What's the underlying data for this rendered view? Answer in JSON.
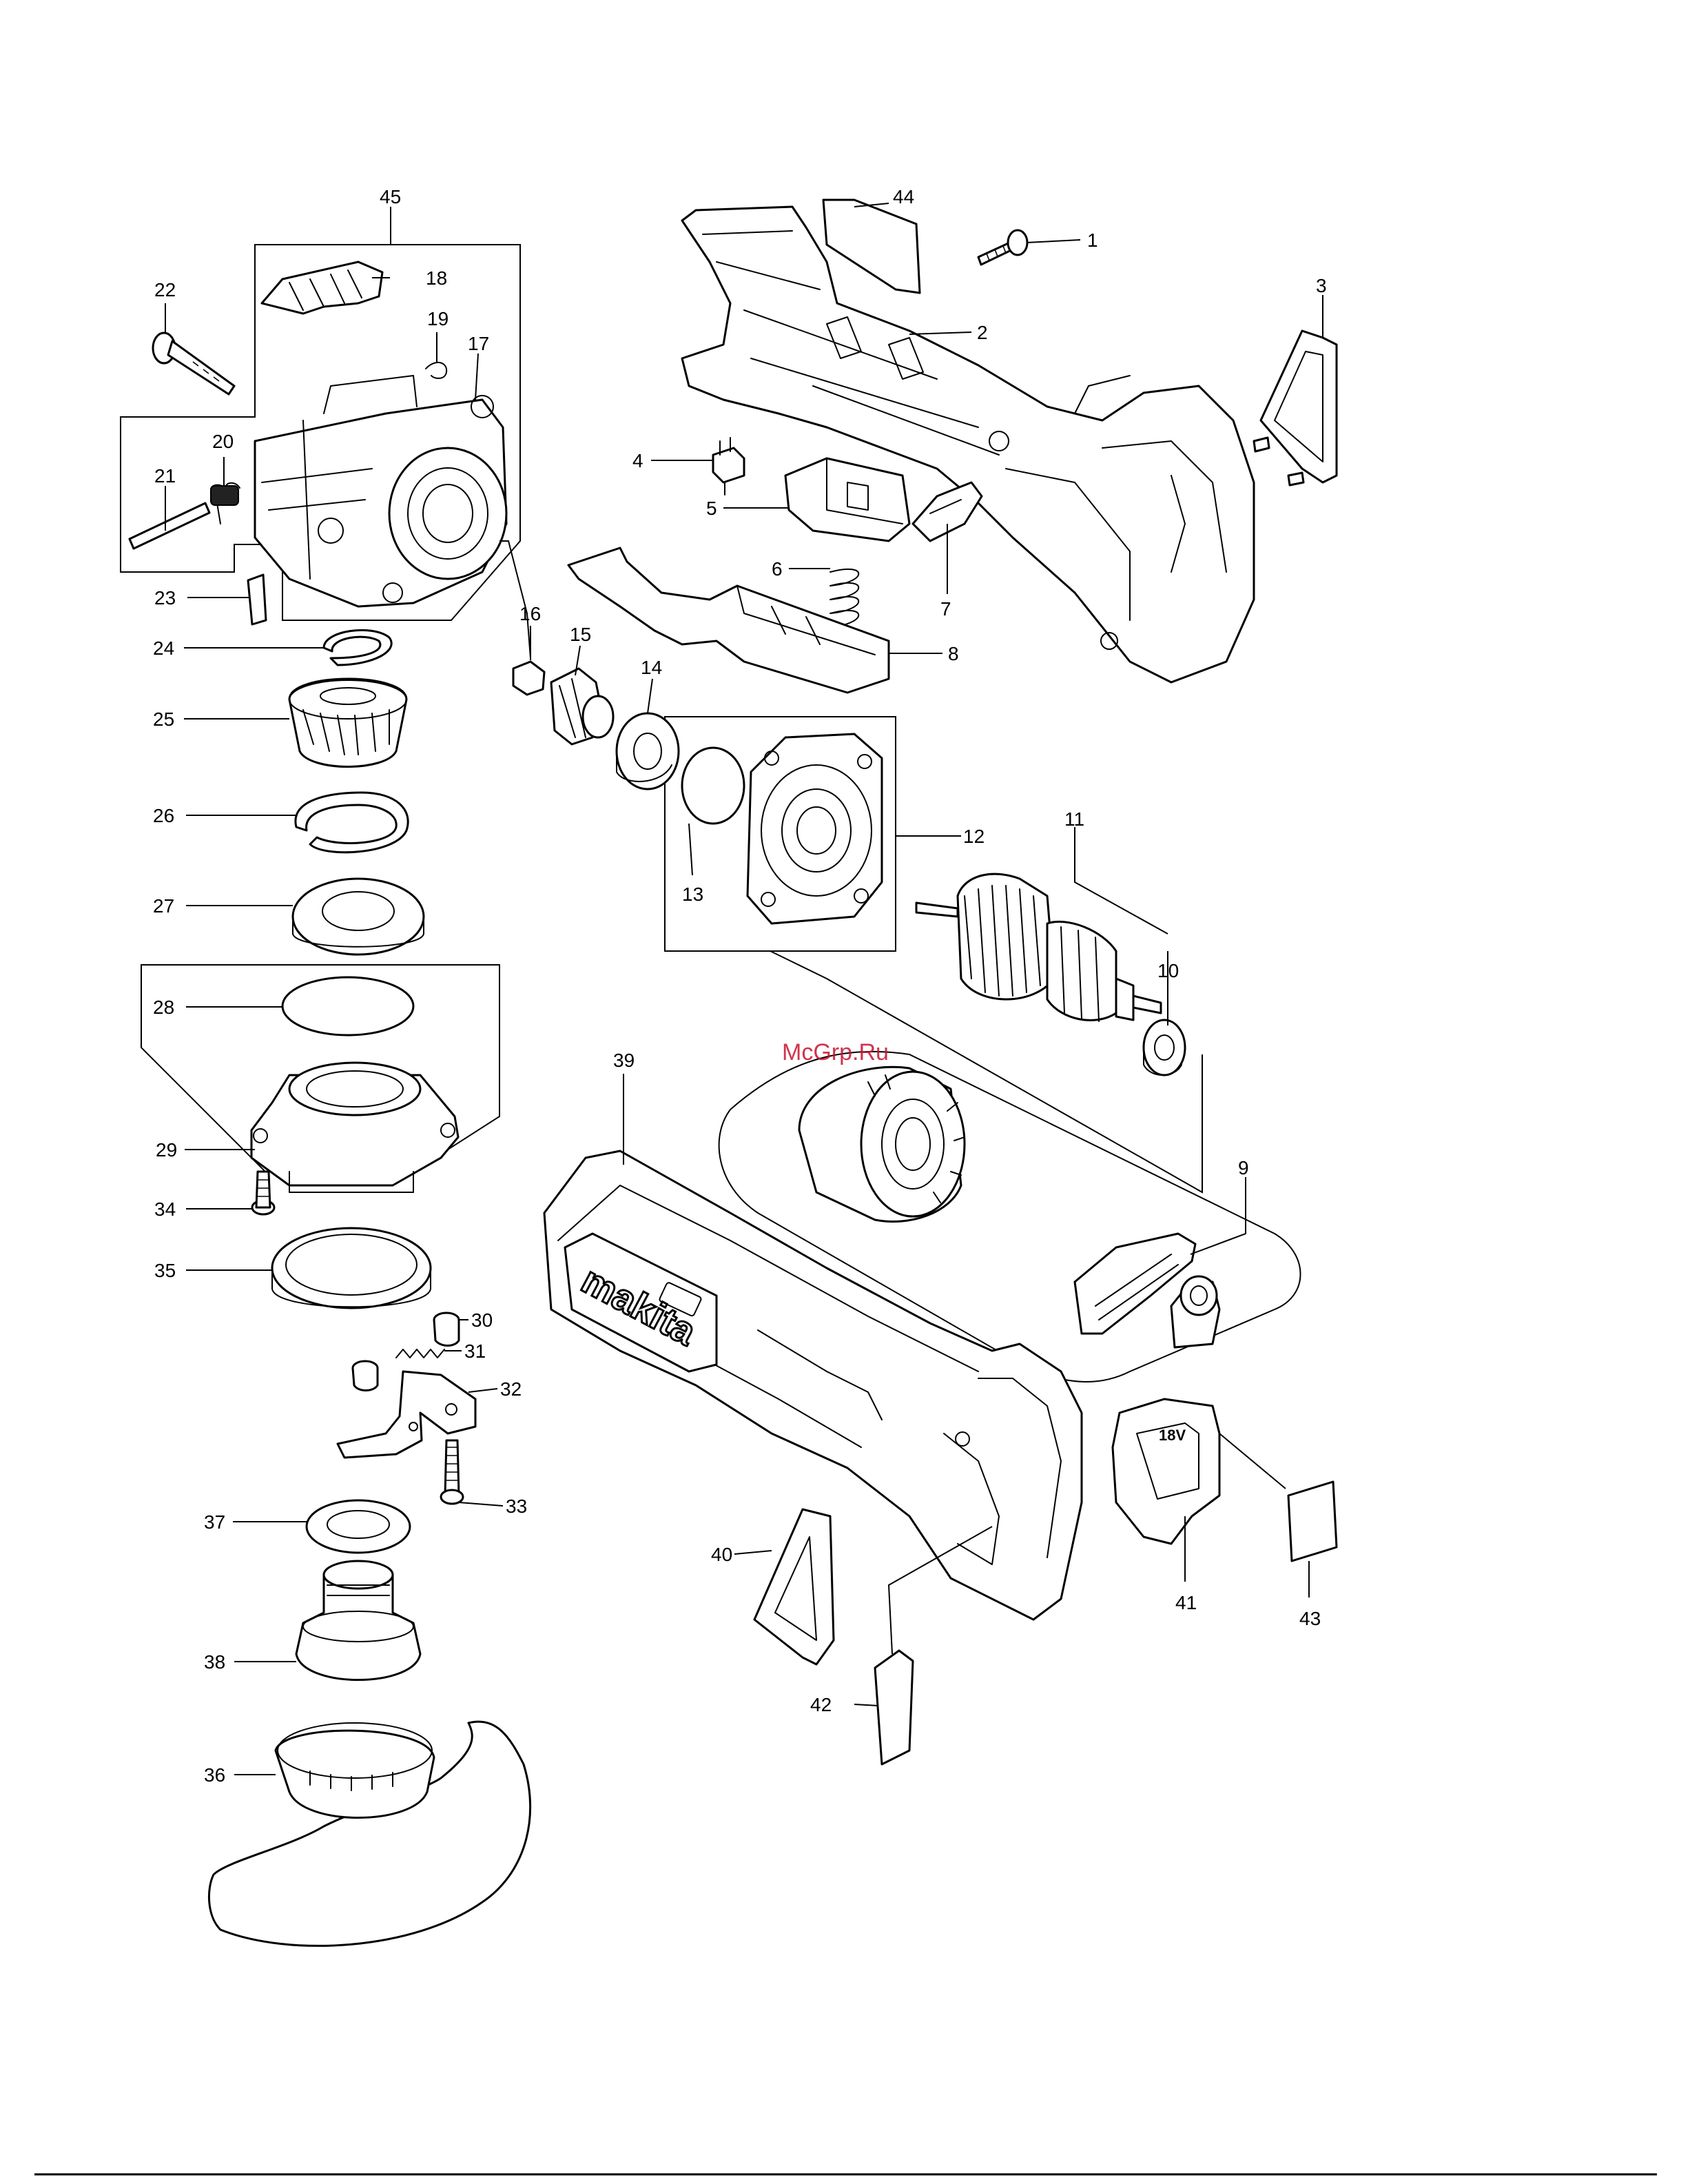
{
  "diagram": {
    "watermark": "McGrp.Ru",
    "logo_text": "makita",
    "battery_badge": "18V",
    "labels": {
      "1": "1",
      "2": "2",
      "3": "3",
      "4": "4",
      "5": "5",
      "6": "6",
      "7": "7",
      "8": "8",
      "9": "9",
      "10": "10",
      "11": "11",
      "12": "12",
      "13": "13",
      "14": "14",
      "15": "15",
      "16": "16",
      "17": "17",
      "18": "18",
      "19": "19",
      "20": "20",
      "21": "21",
      "22": "22",
      "23": "23",
      "24": "24",
      "25": "25",
      "26": "26",
      "27": "27",
      "28": "28",
      "29": "29",
      "30": "30",
      "31": "31",
      "32": "32",
      "33": "33",
      "34": "34",
      "35": "35",
      "36": "36",
      "37": "37",
      "38": "38",
      "39": "39",
      "40": "40",
      "41": "41",
      "42": "42",
      "43": "43",
      "44": "44",
      "45": "45"
    },
    "colors": {
      "line": "#000000",
      "background": "#ffffff",
      "watermark": "#c8102e"
    }
  }
}
